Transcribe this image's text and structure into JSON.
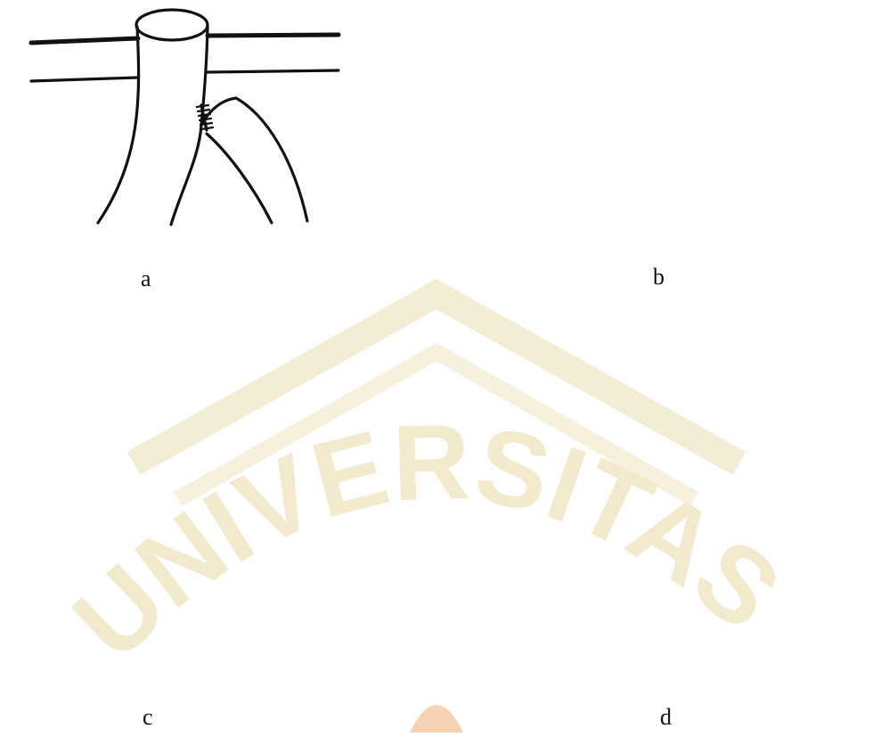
{
  "figure": {
    "panels": [
      {
        "id": "a",
        "label": "a"
      },
      {
        "id": "b",
        "label": "b"
      },
      {
        "id": "c",
        "label": "c"
      },
      {
        "id": "d",
        "label": "d"
      }
    ],
    "watermark": {
      "text": "UNIVERSITAS",
      "color": "#f1e7c6",
      "accent_color": "#f6c9a6"
    },
    "line_color": "#111111",
    "background": "#ffffff"
  }
}
